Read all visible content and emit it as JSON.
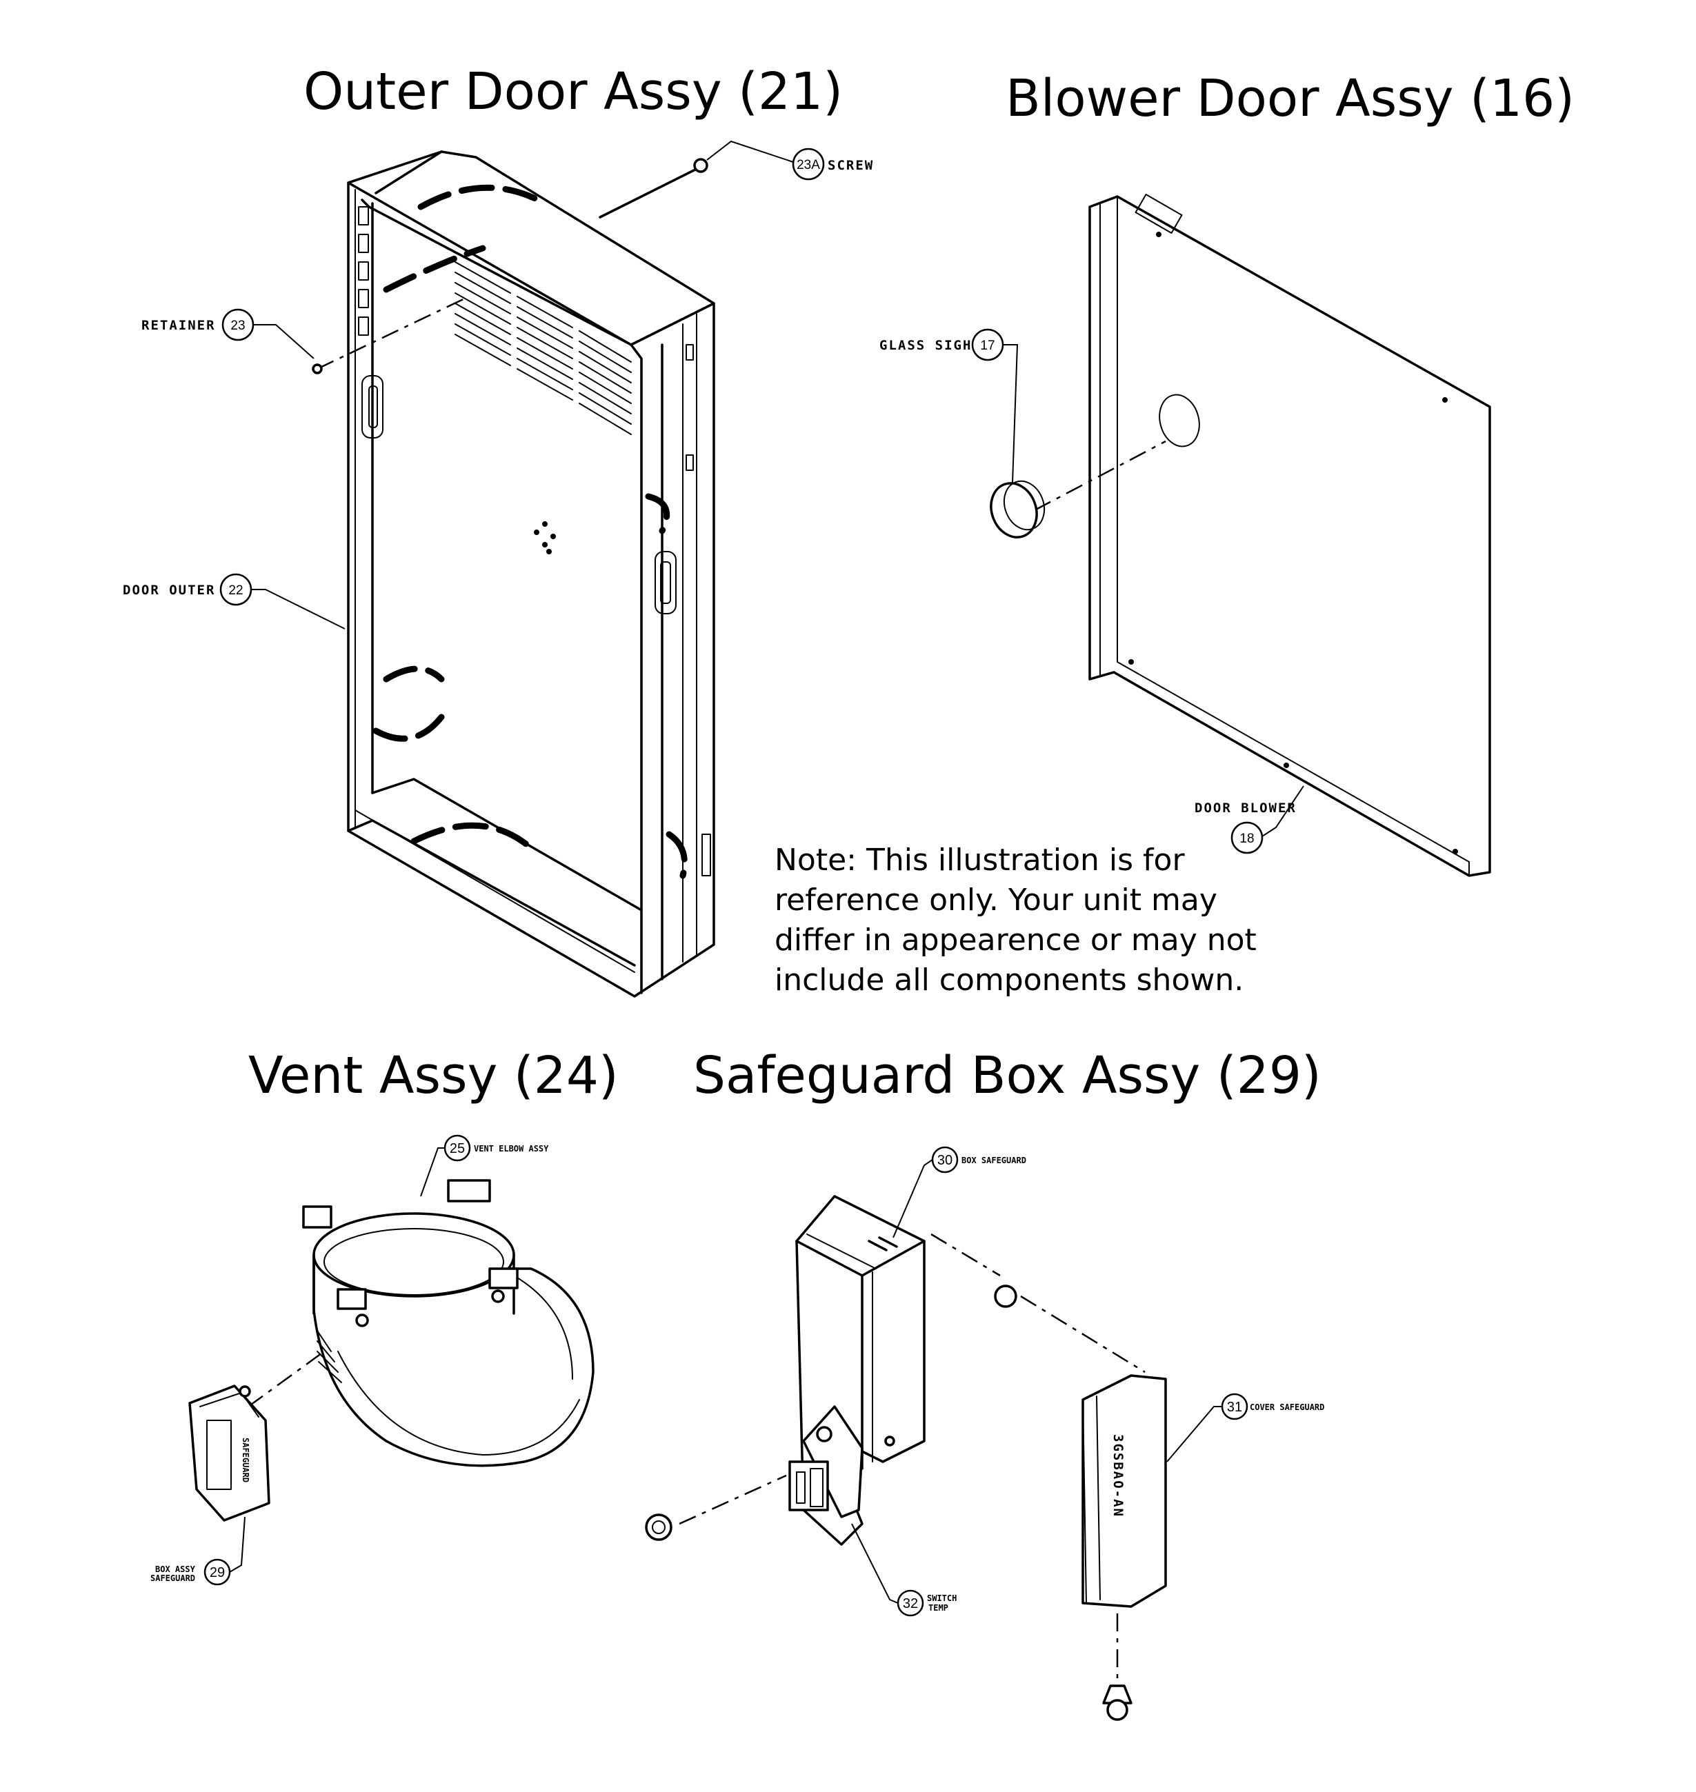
{
  "titles": {
    "outer_door": "Outer Door Assy (21)",
    "blower_door": "Blower Door Assy (16)",
    "vent": "Vent Assy (24)",
    "safeguard": "Safeguard Box Assy (29)"
  },
  "note": {
    "line1": "Note: This illustration is for",
    "line2": "reference only. Your unit may",
    "line3": "differ in appearence or may not",
    "line4": "include all components shown."
  },
  "callouts": {
    "screw": {
      "num": "23A",
      "label": "SCREW"
    },
    "retainer": {
      "num": "23",
      "label": "RETAINER"
    },
    "door_outer": {
      "num": "22",
      "label": "DOOR OUTER"
    },
    "glass_sight": {
      "num": "17",
      "label": "GLASS SIGHT"
    },
    "door_blower": {
      "num": "18",
      "label": "DOOR BLOWER"
    },
    "vent_elbow": {
      "num": "25",
      "label": "VENT ELBOW ASSY"
    },
    "box_assy": {
      "num": "29",
      "label1": "BOX ASSY",
      "label2": "SAFEGUARD"
    },
    "box_safeguard": {
      "num": "30",
      "label": "BOX SAFEGUARD"
    },
    "cover": {
      "num": "31",
      "label": "COVER SAFEGUARD"
    },
    "switch_temp": {
      "num": "32",
      "label1": "SWITCH",
      "label2": "TEMP"
    }
  },
  "part_markings": {
    "cover_label": "3GSBAO-AN",
    "box_label": "SAFEGUARD"
  }
}
